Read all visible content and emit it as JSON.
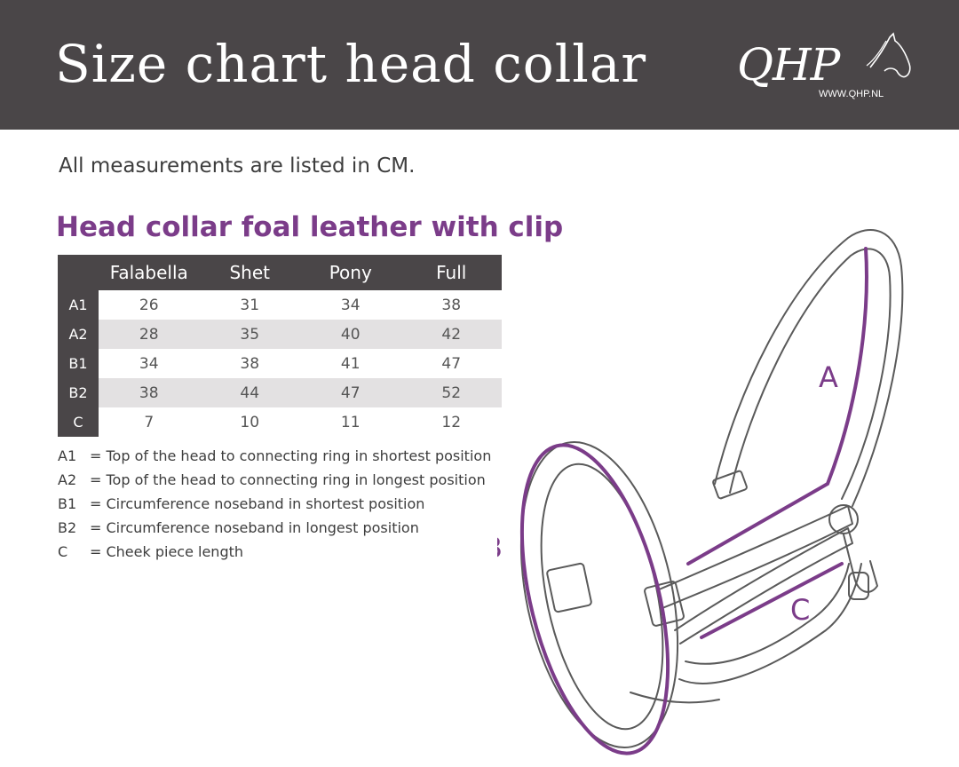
{
  "header": {
    "title": "Size chart head collar",
    "logo_text": "QHP",
    "logo_url": "WWW.QHP.NL"
  },
  "intro": "All measurements are listed in CM.",
  "section_title": "Head collar foal leather with clip",
  "table": {
    "columns": [
      "Falabella",
      "Shet",
      "Pony",
      "Full"
    ],
    "rows": [
      {
        "label": "A1",
        "values": [
          "26",
          "31",
          "34",
          "38"
        ]
      },
      {
        "label": "A2",
        "values": [
          "28",
          "35",
          "40",
          "42"
        ]
      },
      {
        "label": "B1",
        "values": [
          "34",
          "38",
          "41",
          "47"
        ]
      },
      {
        "label": "B2",
        "values": [
          "38",
          "44",
          "47",
          "52"
        ]
      },
      {
        "label": "C",
        "values": [
          "7",
          "10",
          "11",
          "12"
        ]
      }
    ]
  },
  "legend": [
    {
      "code": "A1",
      "text": "= Top of the head to connecting ring in shortest position"
    },
    {
      "code": "A2",
      "text": "= Top of the head to connecting ring in longest position"
    },
    {
      "code": "B1",
      "text": "= Circumference noseband in shortest position"
    },
    {
      "code": "B2",
      "text": "= Circumference noseband in longest position"
    },
    {
      "code": "C",
      "text": "= Cheek piece length"
    }
  ],
  "diagram": {
    "label_a": "A",
    "label_b": "B",
    "label_c": "C"
  },
  "colors": {
    "header_bg": "#4a4648",
    "accent_purple": "#7b3c89",
    "row_alt": "#e3e1e2"
  }
}
